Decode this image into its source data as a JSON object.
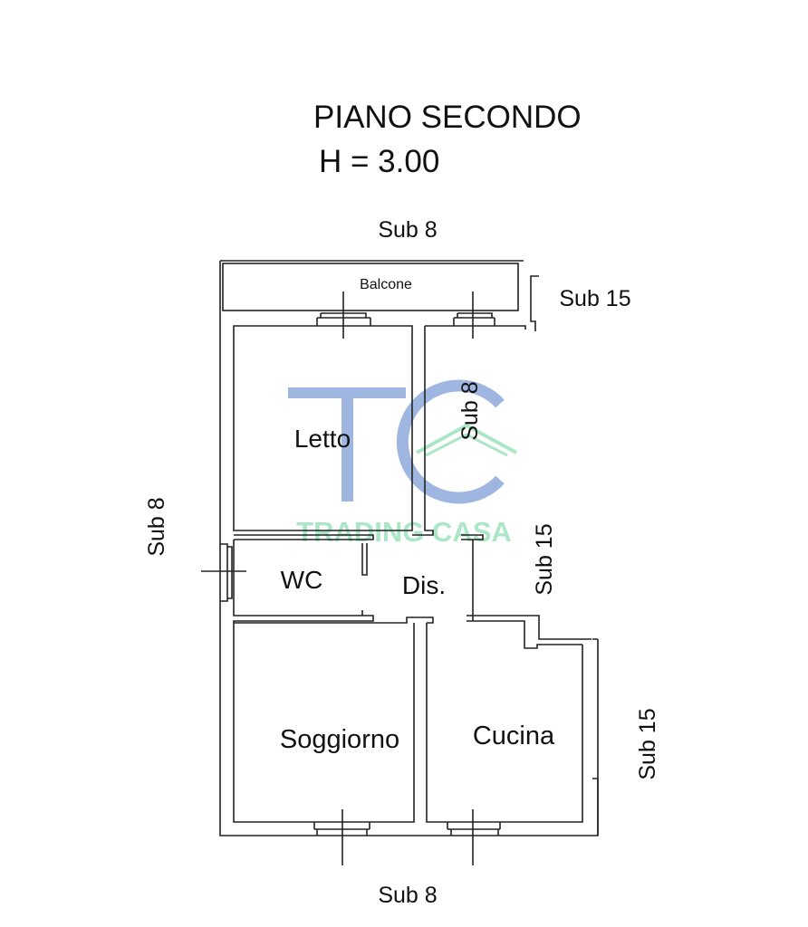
{
  "title": "PIANO SECONDO",
  "height_label": "H = 3.00",
  "rooms": {
    "balcone": "Balcone",
    "letto": "Letto",
    "wc": "WC",
    "dis": "Dis.",
    "soggiorno": "Soggiorno",
    "cucina": "Cucina"
  },
  "neighbors": {
    "top": "Sub 8",
    "bottom": "Sub 8",
    "left": "Sub 8",
    "top_right": "Sub 15",
    "inner_right": "Sub 8",
    "mid_right": "Sub 15",
    "bottom_right": "Sub 15"
  },
  "watermark": {
    "monogram": "TC",
    "brand": "TRADING CASA",
    "colors": {
      "blue": "#7f9fd6",
      "green": "#8fe0b5"
    }
  }
}
